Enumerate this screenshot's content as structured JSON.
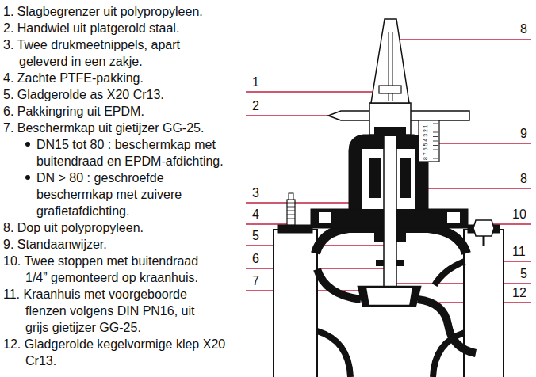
{
  "diagram": {
    "labels": [
      "1. Slagbegrenzer uit polypropyleen.",
      "2. Handwiel uit platgerold staal.",
      "3. Twee drukmeetnippels, apart geleverd in een zakje.",
      "4. Zachte PTFE-pakking.",
      "5. Gladgerolde as X20 Cr13.",
      "6. Pakkingring uit EPDM.",
      "7. Beschermkap uit gietijzer GG-25.",
      "DN15 tot 80 : beschermkap met buitendraad en EPDM-afdichting.",
      "DN > 80 : geschroefde beschermkap met zuivere grafietafdichting.",
      "8. Dop uit polypropyleen.",
      "9. Standaanwijzer.",
      "10. Twee stoppen met buitendraad 1/4” gemonteerd op kraanhuis.",
      "11. Kraanhuis met voorgeboorde flenzen volgens DIN PN16, uit grijs gietijzer GG-25.",
      "12. Gladgerolde kegelvormige klep X20 Cr13.",
      "8",
      "1",
      "2",
      "9",
      "8",
      "3",
      "4",
      "10",
      "5",
      "11",
      "6",
      "5",
      "7",
      "12",
      "8 7 6 5 4 3 2 1"
    ]
  }
}
